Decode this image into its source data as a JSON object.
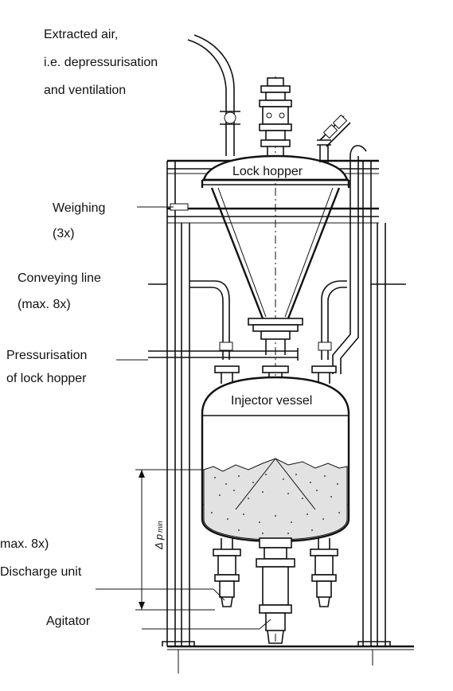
{
  "labels": {
    "extracted_air_line1": "Extracted air,",
    "extracted_air_line2": "i.e. depressurisation",
    "extracted_air_line3": "and ventilation",
    "weighing_line1": "Weighing",
    "weighing_line2": "(3x)",
    "conveying_line1": "Conveying line",
    "conveying_line2": "(max. 8x)",
    "pressurisation_line1": "Pressurisation",
    "pressurisation_line2": "of lock hopper",
    "max_8x": "max. 8x)",
    "discharge_unit": "Discharge unit",
    "agitator": "Agitator",
    "lock_hopper": "Lock hopper",
    "injector_vessel": "Injector vessel",
    "delta_p_min": "Δ p",
    "delta_p_min_sub": "min"
  },
  "colors": {
    "line": "#111111",
    "background": "#ffffff",
    "bulk_material": "#d9d9d9"
  }
}
